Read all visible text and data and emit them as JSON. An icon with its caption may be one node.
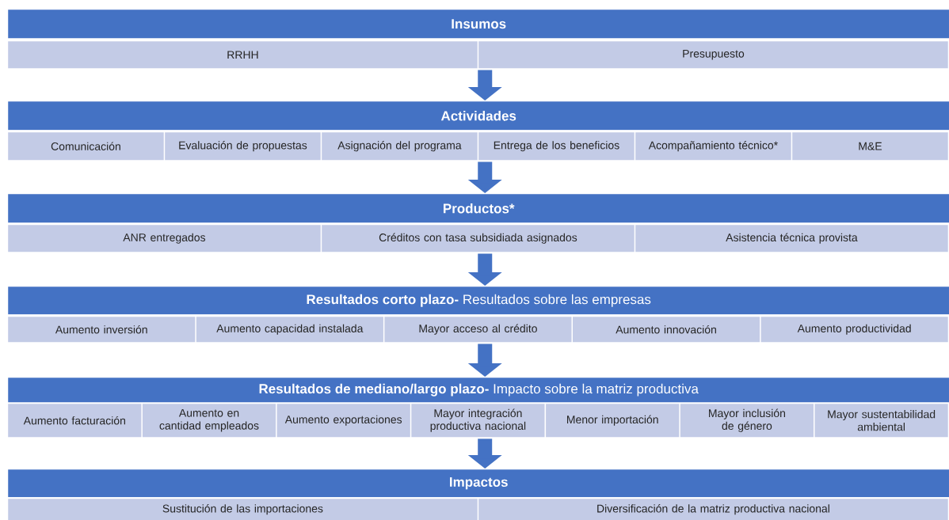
{
  "diagram": {
    "nodes": [
      {
        "text": [
          "Insumos"
        ]
      },
      {
        "text": [
          "RRHH"
        ]
      },
      {
        "text": [
          "Presupuesto"
        ]
      },
      {
        "text": [
          "Actividades"
        ]
      },
      {
        "text": [
          "Comunicación"
        ]
      },
      {
        "text": [
          "Evaluación de propuestas"
        ]
      },
      {
        "text": [
          "Asignación del programa"
        ]
      },
      {
        "text": [
          "Entrega de los beneficios"
        ]
      },
      {
        "text": [
          "Acompañamiento técnico*"
        ]
      },
      {
        "text": [
          "M&E"
        ]
      },
      {
        "text": [
          "Productos*"
        ]
      },
      {
        "text": [
          "ANR entregados"
        ]
      },
      {
        "text": [
          "Créditos con tasa subsidiada asignados"
        ]
      },
      {
        "text": [
          "Asistencia técnica provista"
        ]
      },
      {
        "text": [
          "**Resultados corto plazo-** Resultados sobre las empresas"
        ]
      },
      {
        "text": [
          "Aumento inversión"
        ]
      },
      {
        "text": [
          "Aumento capacidad instalada"
        ]
      },
      {
        "text": [
          "Mayor acceso al crédito"
        ]
      },
      {
        "text": [
          "Aumento innovación"
        ]
      },
      {
        "text": [
          "Aumento productividad"
        ]
      },
      {
        "text": [
          "**Resultados de mediano/largo plazo-** Impacto sobre la matriz productiva"
        ]
      },
      {
        "text": [
          "Aumento facturación"
        ]
      },
      {
        "text": [
          "Aumento en cantidad empleados"
        ]
      },
      {
        "text": [
          "Aumento exportaciones"
        ]
      },
      {
        "text": [
          "Mayor integración productiva nacional"
        ]
      },
      {
        "text": [
          "Menor importación"
        ]
      },
      {
        "text": [
          "Mayor inclusión de género"
        ]
      },
      {
        "text": [
          "Mayor sustentabilidad ambiental"
        ]
      },
      {
        "text": [
          "Impactos"
        ]
      },
      {
        "text": [
          "Sustitución de las importaciones"
        ]
      },
      {
        "text": [
          "Diversificación de la matriz productiva nacional"
        ]
      }
    ],
    "edges": [
      {
        "from": 2,
        "to": 3,
        "arrow": "to"
      },
      {
        "from": 7,
        "to": 10,
        "arrow": "to"
      },
      {
        "from": 12,
        "to": 14,
        "arrow": "to"
      },
      {
        "from": 17,
        "to": 20,
        "arrow": "to"
      },
      {
        "from": 24,
        "to": 28,
        "arrow": "to"
      }
    ]
  }
}
